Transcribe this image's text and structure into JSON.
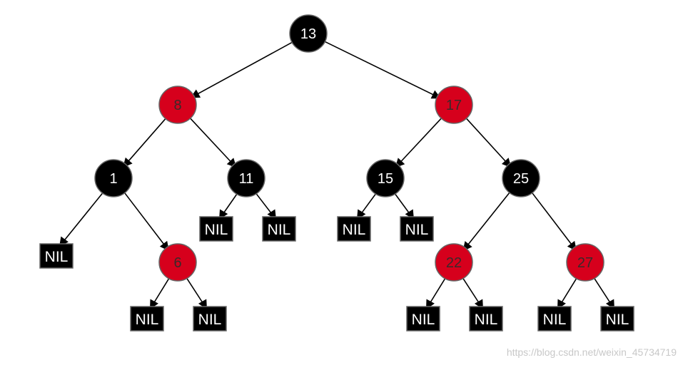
{
  "colors": {
    "black_node": "#000000",
    "red_node": "#d6001c",
    "node_outline": "#666666",
    "black_text": "#ffffff",
    "red_text": "#3a2a2a",
    "nil_fill": "#000000",
    "nil_text": "#ffffff",
    "edge": "#000000",
    "watermark": "#c8c8c8"
  },
  "nodes": [
    {
      "id": "n13",
      "label": "13",
      "color": "black"
    },
    {
      "id": "n8",
      "label": "8",
      "color": "red"
    },
    {
      "id": "n17",
      "label": "17",
      "color": "red"
    },
    {
      "id": "n1",
      "label": "1",
      "color": "black"
    },
    {
      "id": "n11",
      "label": "11",
      "color": "black"
    },
    {
      "id": "n15",
      "label": "15",
      "color": "black"
    },
    {
      "id": "n25",
      "label": "25",
      "color": "black"
    },
    {
      "id": "n6",
      "label": "6",
      "color": "red"
    },
    {
      "id": "n22",
      "label": "22",
      "color": "red"
    },
    {
      "id": "n27",
      "label": "27",
      "color": "red"
    }
  ],
  "nil_leaves": [
    {
      "id": "nil-1-left",
      "label": "NIL"
    },
    {
      "id": "nil-11-left",
      "label": "NIL"
    },
    {
      "id": "nil-11-right",
      "label": "NIL"
    },
    {
      "id": "nil-15-left",
      "label": "NIL"
    },
    {
      "id": "nil-15-right",
      "label": "NIL"
    },
    {
      "id": "nil-6-left",
      "label": "NIL"
    },
    {
      "id": "nil-6-right",
      "label": "NIL"
    },
    {
      "id": "nil-22-left",
      "label": "NIL"
    },
    {
      "id": "nil-22-right",
      "label": "NIL"
    },
    {
      "id": "nil-27-left",
      "label": "NIL"
    },
    {
      "id": "nil-27-right",
      "label": "NIL"
    }
  ],
  "edges": [
    {
      "from": "n13",
      "to": "n8"
    },
    {
      "from": "n13",
      "to": "n17"
    },
    {
      "from": "n8",
      "to": "n1"
    },
    {
      "from": "n8",
      "to": "n11"
    },
    {
      "from": "n17",
      "to": "n15"
    },
    {
      "from": "n17",
      "to": "n25"
    },
    {
      "from": "n1",
      "to": "nil-1-left"
    },
    {
      "from": "n1",
      "to": "n6"
    },
    {
      "from": "n11",
      "to": "nil-11-left"
    },
    {
      "from": "n11",
      "to": "nil-11-right"
    },
    {
      "from": "n15",
      "to": "nil-15-left"
    },
    {
      "from": "n15",
      "to": "nil-15-right"
    },
    {
      "from": "n25",
      "to": "n22"
    },
    {
      "from": "n25",
      "to": "n27"
    },
    {
      "from": "n6",
      "to": "nil-6-left"
    },
    {
      "from": "n6",
      "to": "nil-6-right"
    },
    {
      "from": "n22",
      "to": "nil-22-left"
    },
    {
      "from": "n22",
      "to": "nil-22-right"
    },
    {
      "from": "n27",
      "to": "nil-27-left"
    },
    {
      "from": "n27",
      "to": "nil-27-right"
    }
  ],
  "watermark": "https://blog.csdn.net/weixin_45734719"
}
